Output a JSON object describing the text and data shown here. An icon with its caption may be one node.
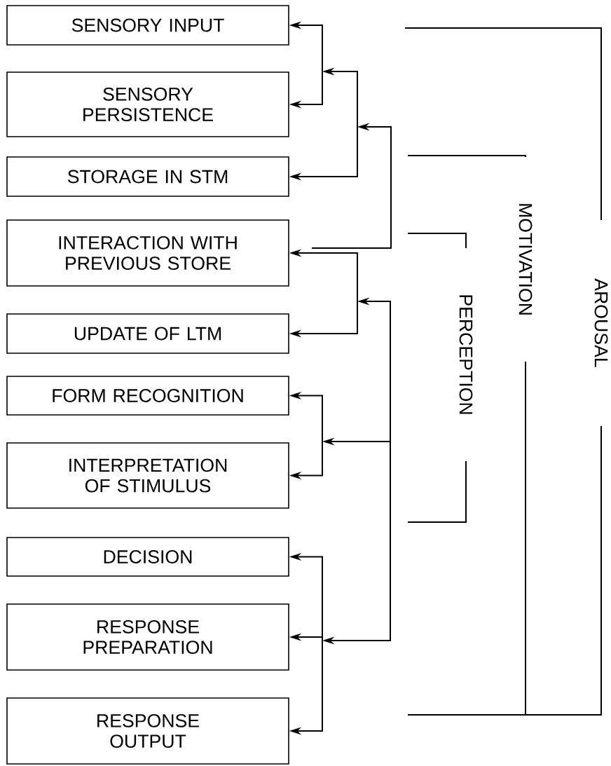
{
  "diagram": {
    "nodes": [
      {
        "text": [
          "SENSORY INPUT"
        ]
      },
      {
        "text": [
          "SENSORY PERSISTENCE"
        ]
      },
      {
        "text": [
          "STORAGE IN STM"
        ]
      },
      {
        "text": [
          "INTERACTION WITH PREVIOUS STORE"
        ]
      },
      {
        "text": [
          "UPDATE OF LTM"
        ]
      },
      {
        "text": [
          "FORM RECOGNITION"
        ]
      },
      {
        "text": [
          "INTERPRETATION OF STIMULUS"
        ]
      },
      {
        "text": [
          "DECISION"
        ]
      },
      {
        "text": [
          "RESPONSE PREPARATION"
        ]
      },
      {
        "text": [
          "RESPONSE OUTPUT"
        ]
      }
    ],
    "edges": [
      {
        "from": null,
        "to": 0,
        "arrow": "to"
      },
      {
        "from": null,
        "to": 1,
        "arrow": "to"
      },
      {
        "from": null,
        "to": 2,
        "arrow": "to"
      },
      {
        "from": null,
        "to": 3,
        "arrow": "to"
      },
      {
        "from": null,
        "to": 4,
        "arrow": "to"
      },
      {
        "from": null,
        "to": 5,
        "arrow": "to"
      },
      {
        "from": null,
        "to": 6,
        "arrow": "to"
      },
      {
        "from": null,
        "to": 7,
        "arrow": "to"
      },
      {
        "from": null,
        "to": 8,
        "arrow": "to"
      },
      {
        "from": null,
        "to": 9,
        "arrow": "to"
      }
    ],
    "labels": [
      "PERCEPTION",
      "MOTIVATION",
      "AROUSAL"
    ]
  }
}
